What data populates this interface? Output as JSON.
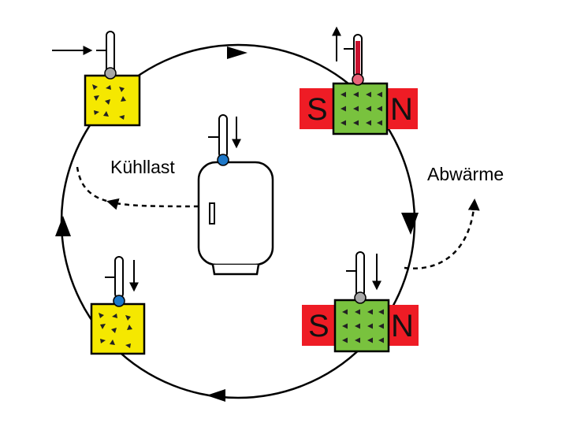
{
  "labels": {
    "cooling_load": "Kühllast",
    "waste_heat": "Abwärme"
  },
  "magnets": {
    "south": "S",
    "north": "N"
  },
  "colors": {
    "material_demagnetized": "#f5e800",
    "material_magnetized": "#79c23e",
    "magnet_pole": "#ee1c25",
    "cycle_line": "#000000",
    "thermo_hot": "#c8102e",
    "thermo_cold": "#1e78c8",
    "thermo_neutral": "#a8a8a8"
  },
  "stages": [
    {
      "id": "demagnetized-top-left",
      "state": "demagnetized",
      "thermometer": "neutral-icon",
      "heat_flow": "in"
    },
    {
      "id": "magnetized-top-right",
      "state": "magnetized",
      "thermometer": "hot-icon",
      "heat_flow": "rising"
    },
    {
      "id": "magnetized-bottom-right",
      "state": "magnetized",
      "thermometer": "neutral-icon",
      "heat_flow": "falling"
    },
    {
      "id": "demagnetized-bottom-left",
      "state": "demagnetized",
      "thermometer": "cold-icon",
      "heat_flow": "falling"
    }
  ],
  "refrigerator": {
    "icon": "refrigerator-icon",
    "thermometer": "cold-icon",
    "heat_flow": "falling"
  }
}
